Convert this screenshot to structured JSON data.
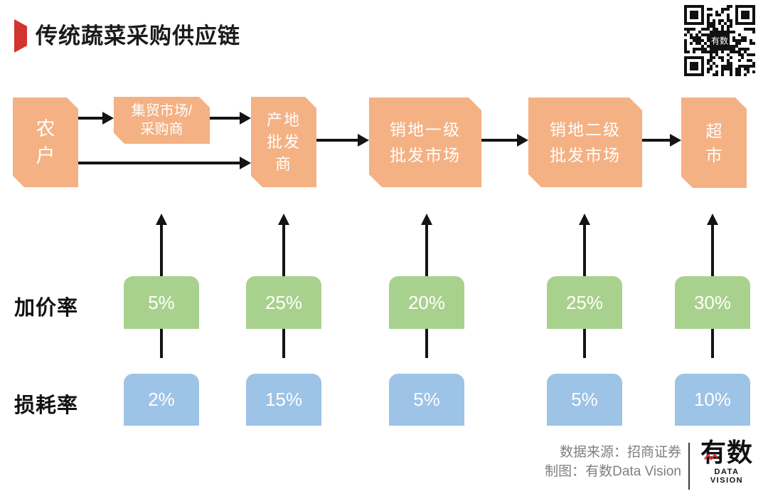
{
  "title": "传统蔬菜采购供应链",
  "qr_label": "有数",
  "chain": {
    "nodes": [
      {
        "name": "farmer",
        "label": "农户",
        "lines": [
          "农",
          "户"
        ]
      },
      {
        "name": "trade-market-purchaser",
        "label": "集贸市场/采购商",
        "lines": [
          "集贸市场/",
          "采购商"
        ]
      },
      {
        "name": "origin-wholesaler",
        "label": "产地批发商",
        "lines": [
          "产地",
          "批发",
          "商"
        ]
      },
      {
        "name": "destination-l1-wholesale-market",
        "label": "销地一级批发市场",
        "lines": [
          "销地一级",
          "批发市场"
        ]
      },
      {
        "name": "destination-l2-wholesale-market",
        "label": "销地二级批发市场",
        "lines": [
          "销地二级",
          "批发市场"
        ]
      },
      {
        "name": "supermarket",
        "label": "超市",
        "lines": [
          "超",
          "市"
        ]
      }
    ]
  },
  "rows": {
    "markup": {
      "label": "加价率",
      "values": [
        "5%",
        "25%",
        "20%",
        "25%",
        "30%"
      ]
    },
    "loss": {
      "label": "损耗率",
      "values": [
        "2%",
        "15%",
        "5%",
        "5%",
        "10%"
      ]
    }
  },
  "rates_by_stage": [
    {
      "stage": "集贸市场/采购商",
      "markup": "5%",
      "loss": "2%"
    },
    {
      "stage": "产地批发商",
      "markup": "25%",
      "loss": "15%"
    },
    {
      "stage": "销地一级批发市场",
      "markup": "20%",
      "loss": "5%"
    },
    {
      "stage": "销地二级批发市场",
      "markup": "25%",
      "loss": "5%"
    },
    {
      "stage": "超市",
      "markup": "30%",
      "loss": "10%"
    }
  ],
  "footer": {
    "source": "数据来源：招商证券",
    "credit": "制图：有数Data Vision",
    "logo_text": "有数",
    "logo_subtext": "DATA VISION"
  },
  "colors": {
    "node_orange": "#F4B183",
    "markup_green": "#A9D18E",
    "loss_blue": "#9DC3E6",
    "accent_red": "#D23430",
    "footer_gray": "#7F7F7F",
    "arrow_black": "#141414"
  }
}
